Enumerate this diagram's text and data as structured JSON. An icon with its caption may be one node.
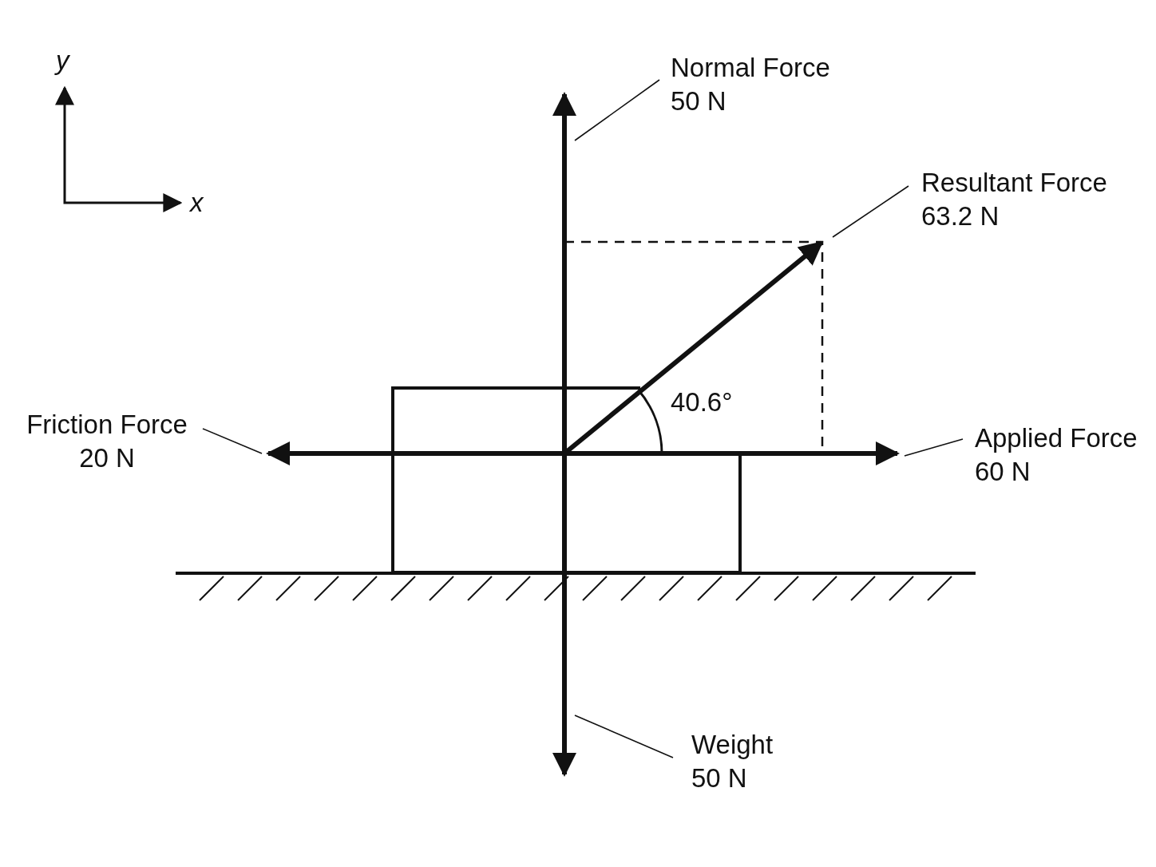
{
  "diagram": {
    "nodes": [
      {
        "text": [
          "Normal Force",
          "50 N"
        ]
      },
      {
        "text": [
          "Resultant Force",
          "63.2 N"
        ]
      },
      {
        "text": [
          "Friction Force",
          "20 N"
        ]
      },
      {
        "text": [
          "Applied Force",
          "60 N"
        ]
      },
      {
        "text": [
          "Weight",
          "50 N"
        ]
      },
      {
        "text": [],
        "shape": "arrow"
      },
      {
        "text": [],
        "shape": "arrow"
      },
      {
        "text": [],
        "shape": "arrow"
      },
      {
        "text": [],
        "shape": "arrow"
      },
      {
        "text": [],
        "shape": "arrow"
      }
    ],
    "edges": [
      {
        "from": 0,
        "to": 5,
        "arrow": "none"
      },
      {
        "from": 1,
        "to": 6,
        "arrow": "none"
      },
      {
        "from": 2,
        "to": 7,
        "arrow": "none"
      },
      {
        "from": 3,
        "to": 8,
        "arrow": "none"
      },
      {
        "from": 4,
        "to": 9,
        "arrow": "none"
      }
    ],
    "labels": [
      "y",
      "x",
      "40.6°"
    ]
  }
}
